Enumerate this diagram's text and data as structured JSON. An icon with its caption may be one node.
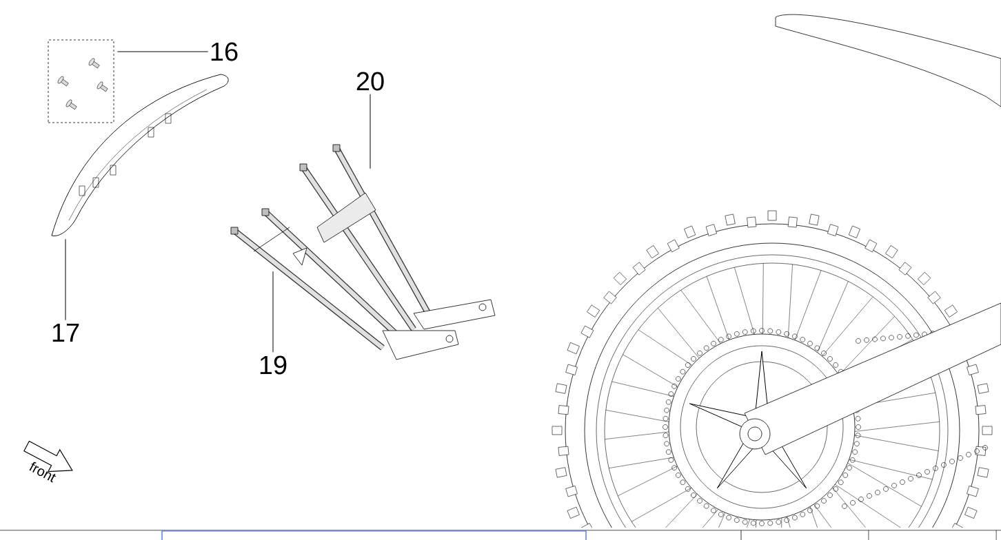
{
  "diagram": {
    "nodes": [
      {
        "text": [
          "16"
        ]
      },
      {
        "text": [],
        "shape": "box"
      },
      {
        "text": [
          "17"
        ]
      },
      {
        "text": [],
        "shape": "picture"
      },
      {
        "text": [
          "20"
        ]
      },
      {
        "text": [],
        "shape": "picture"
      },
      {
        "text": [
          "19"
        ]
      },
      {
        "text": [],
        "shape": "picture"
      }
    ],
    "edges": [
      {
        "from": 0,
        "to": 1,
        "arrow": "none"
      },
      {
        "from": 2,
        "to": 3,
        "arrow": "none"
      },
      {
        "from": 4,
        "to": 5,
        "arrow": "none"
      },
      {
        "from": 6,
        "to": 7,
        "arrow": "none"
      }
    ],
    "labels": [
      "front"
    ]
  }
}
